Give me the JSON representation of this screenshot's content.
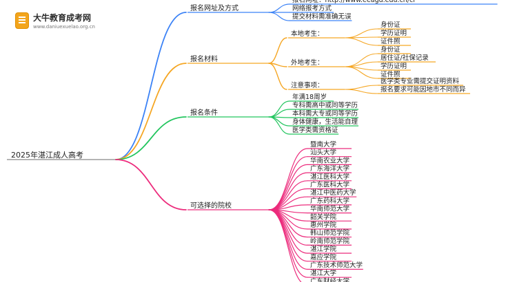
{
  "logo": {
    "title": "大牛教育成考网",
    "url": "www.daniuexuelao.org.cn"
  },
  "root": "2025年湛江成人高考",
  "colors": {
    "blue": "#3b82f6",
    "orange": "#f5a623",
    "green": "#22c55e",
    "pink": "#ec2b7c"
  },
  "branches": [
    {
      "label": "报名网址及方式",
      "color": "blue",
      "items": [
        "报名网址：http://www.eeagd.edu.cn/cr",
        "网络报考方式",
        "提交材料需准确无误"
      ]
    },
    {
      "label": "报名材料",
      "color": "orange",
      "groups": [
        {
          "label": "本地考生：",
          "items": [
            "身份证",
            "学历证明",
            "证件照"
          ]
        },
        {
          "label": "外地考生：",
          "items": [
            "身份证",
            "居住证/社保记录",
            "学历证明",
            "证件照"
          ]
        },
        {
          "label": "注意事项：",
          "items": [
            "医学类专业需提交证明资料",
            "报名要求可能因地市不同而异"
          ]
        }
      ]
    },
    {
      "label": "报名条件",
      "color": "green",
      "items": [
        "年满18周岁",
        "专科需高中或同等学历",
        "本科需大专或同等学历",
        "身体健康，生活能自理",
        "医学类需资格证"
      ]
    },
    {
      "label": "可选择的院校",
      "color": "pink",
      "items": [
        "暨南大学",
        "汕头大学",
        "华南农业大学",
        "广东海洋大学",
        "湛江医科大学",
        "广东医科大学",
        "湛江中医药大学",
        "广东药科大学",
        "华南师范大学",
        "韶关学院",
        "惠州学院",
        "韩山师范学院",
        "岭南师范学院",
        "湛江学院",
        "嘉应学院",
        "广东技术师范大学",
        "湛江大学",
        "广东财经大学"
      ]
    }
  ]
}
